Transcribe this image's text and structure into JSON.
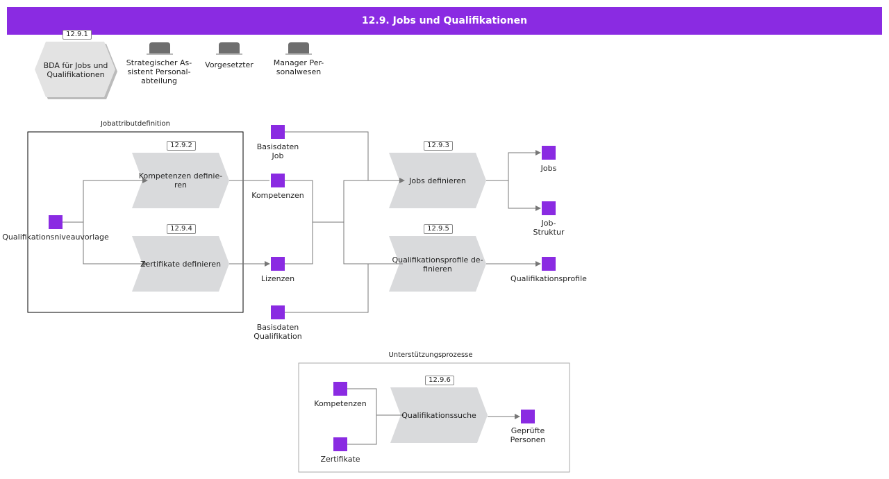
{
  "header": {
    "title": "12.9. Jobs und Qualifikationen"
  },
  "top": {
    "process_id": "12.9.1",
    "process_label": "BDA für Jobs und Qualifikationen",
    "roles": [
      "Strategischer As-sistent Personal-abteilung",
      "Vorgesetzter",
      "Manager Per-sonalwesen"
    ]
  },
  "groups": {
    "job_attr": "Jobattributdefinition",
    "support": "Unterstützungsprozesse"
  },
  "functions": {
    "f2": {
      "id": "12.9.2",
      "label": "Kompetenzen definie-ren"
    },
    "f4": {
      "id": "12.9.4",
      "label": "Zertifikate definieren"
    },
    "f3": {
      "id": "12.9.3",
      "label": "Jobs definieren"
    },
    "f5": {
      "id": "12.9.5",
      "label": "Qualifikationsprofile de-finieren"
    },
    "f6": {
      "id": "12.9.6",
      "label": "Qualifikationssuche"
    }
  },
  "objects": {
    "qualniveau": "Qualifikationsniveauvorlage",
    "basis_job": "Basisdaten Job",
    "kompetenzen": "Kompetenzen",
    "lizenzen": "Lizenzen",
    "basis_qual": "Basisdaten Qualifikation",
    "jobs": "Jobs",
    "job_struktur": "Job-Struktur",
    "qualprofile": "Qualifikationsprofile",
    "s_kompetenzen": "Kompetenzen",
    "s_zertifikate": "Zertifikate",
    "gepruefte": "Geprüfte Personen"
  },
  "colors": {
    "accent": "#8a2be2",
    "function_fill": "#d9dadc",
    "role_fill": "#6e6e6e"
  }
}
